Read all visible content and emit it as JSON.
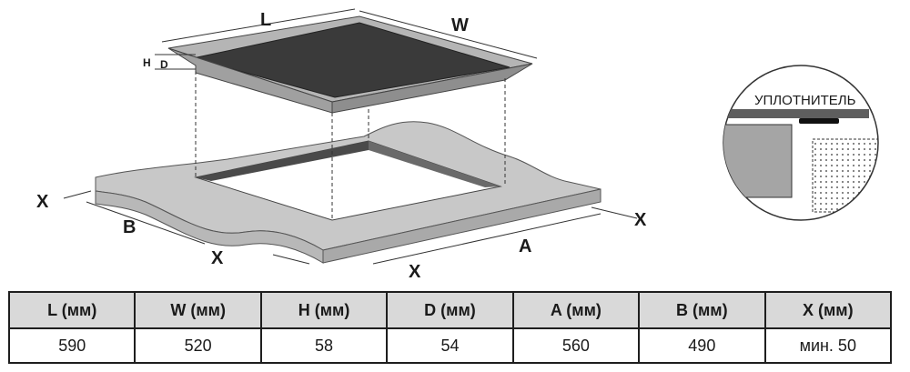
{
  "diagram": {
    "labels": {
      "L": "L",
      "W": "W",
      "H": "H",
      "D": "D",
      "A": "A",
      "B": "B",
      "X": "X"
    },
    "detail_label": "УПЛОТНИТЕЛЬ"
  },
  "table": {
    "headers": [
      "L (мм)",
      "W (мм)",
      "H (мм)",
      "D (мм)",
      "A (мм)",
      "B (мм)",
      "X (мм)"
    ],
    "values": [
      "590",
      "520",
      "58",
      "54",
      "560",
      "490",
      "мин. 50"
    ]
  },
  "colors": {
    "glass_top": "#3a3a3a",
    "hob_frame": "#b5b5b5",
    "countertop": "#c8c8c8",
    "cutout_inner": "#4a4a4a",
    "table_header": "#d9d9d9"
  }
}
